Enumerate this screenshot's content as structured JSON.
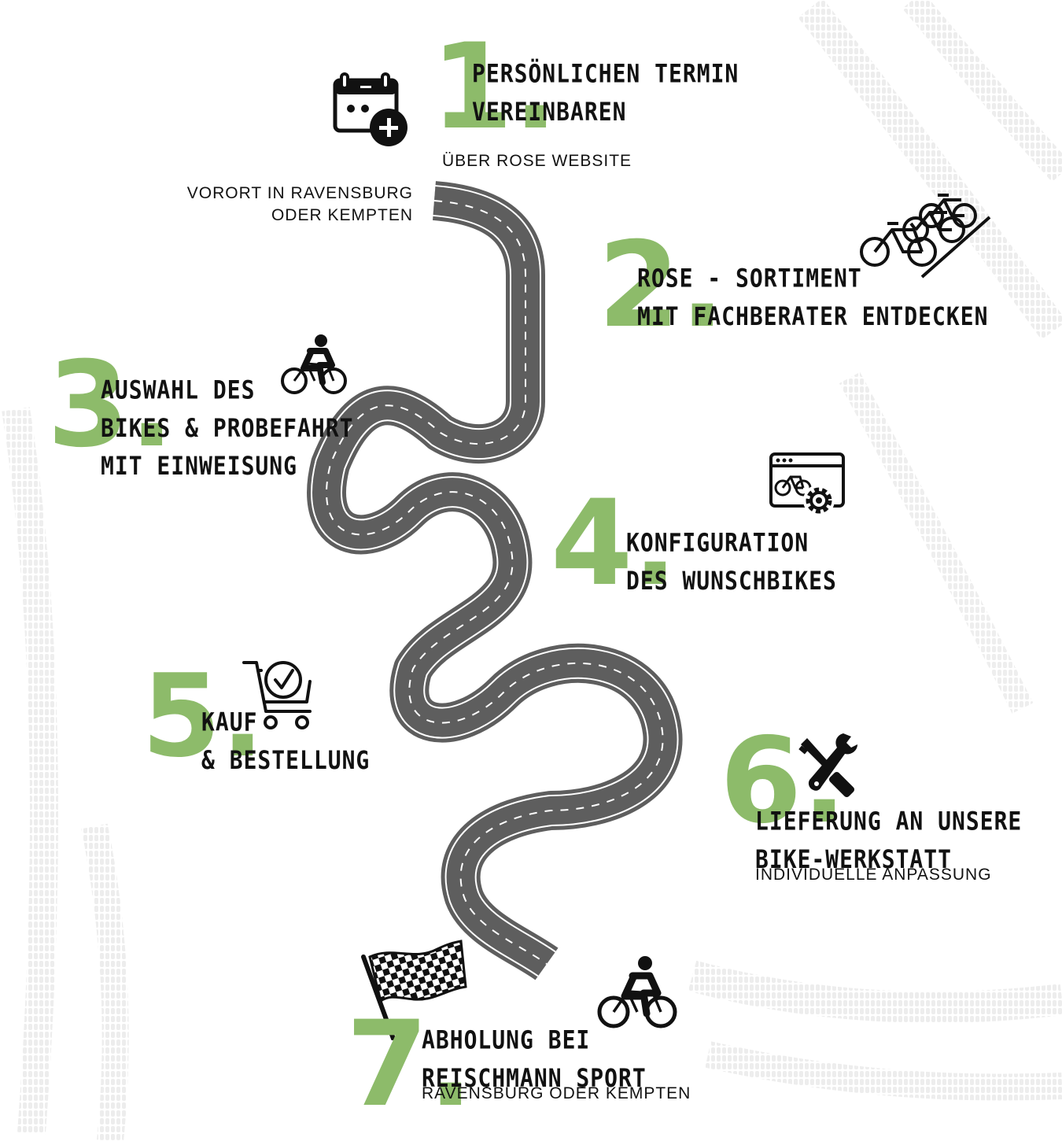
{
  "start_note": {
    "lines": [
      "VORORT IN RAVENSBURG",
      "ODER KEMPTEN"
    ]
  },
  "steps": [
    {
      "number": "1.",
      "title_lines": [
        "PERSÖNLICHEN TERMIN",
        "VEREINBAREN"
      ],
      "subtitle": "ÜBER ROSE WEBSITE",
      "icon": "calendar-add-icon"
    },
    {
      "number": "2.",
      "title_lines": [
        "ROSE - SORTIMENT",
        "MIT FACHBERATER ENTDECKEN"
      ],
      "subtitle": "",
      "icon": "bikes-row-icon"
    },
    {
      "number": "3.",
      "title_lines": [
        "AUSWAHL DES",
        "BIKES & PROBEFAHRT",
        "MIT EINWEISUNG"
      ],
      "subtitle": "",
      "icon": "cyclist-icon"
    },
    {
      "number": "4.",
      "title_lines": [
        "KONFIGURATION",
        "DES WUNSCHBIKES"
      ],
      "subtitle": "",
      "icon": "bike-configurator-icon"
    },
    {
      "number": "5.",
      "title_lines": [
        "KAUF",
        "& BESTELLUNG"
      ],
      "subtitle": "",
      "icon": "cart-check-icon"
    },
    {
      "number": "6.",
      "title_lines": [
        "LIEFERUNG AN UNSERE",
        "BIKE-WERKSTATT"
      ],
      "subtitle": "INDIVIDUELLE ANPASSUNG",
      "icon": "wrench-screwdriver-icon"
    },
    {
      "number": "7.",
      "title_lines": [
        "ABHOLUNG BEI",
        "REISCHMANN SPORT"
      ],
      "subtitle": "RAVENSBURG ODER KEMPTEN",
      "icon": "checkered-flag-icon"
    }
  ],
  "colors": {
    "accent_green": "#8dbb6a",
    "road_asphalt": "#5e5e5e",
    "road_lines": "#ffffff",
    "text": "#111111",
    "tire_tracks": "#ececec"
  }
}
